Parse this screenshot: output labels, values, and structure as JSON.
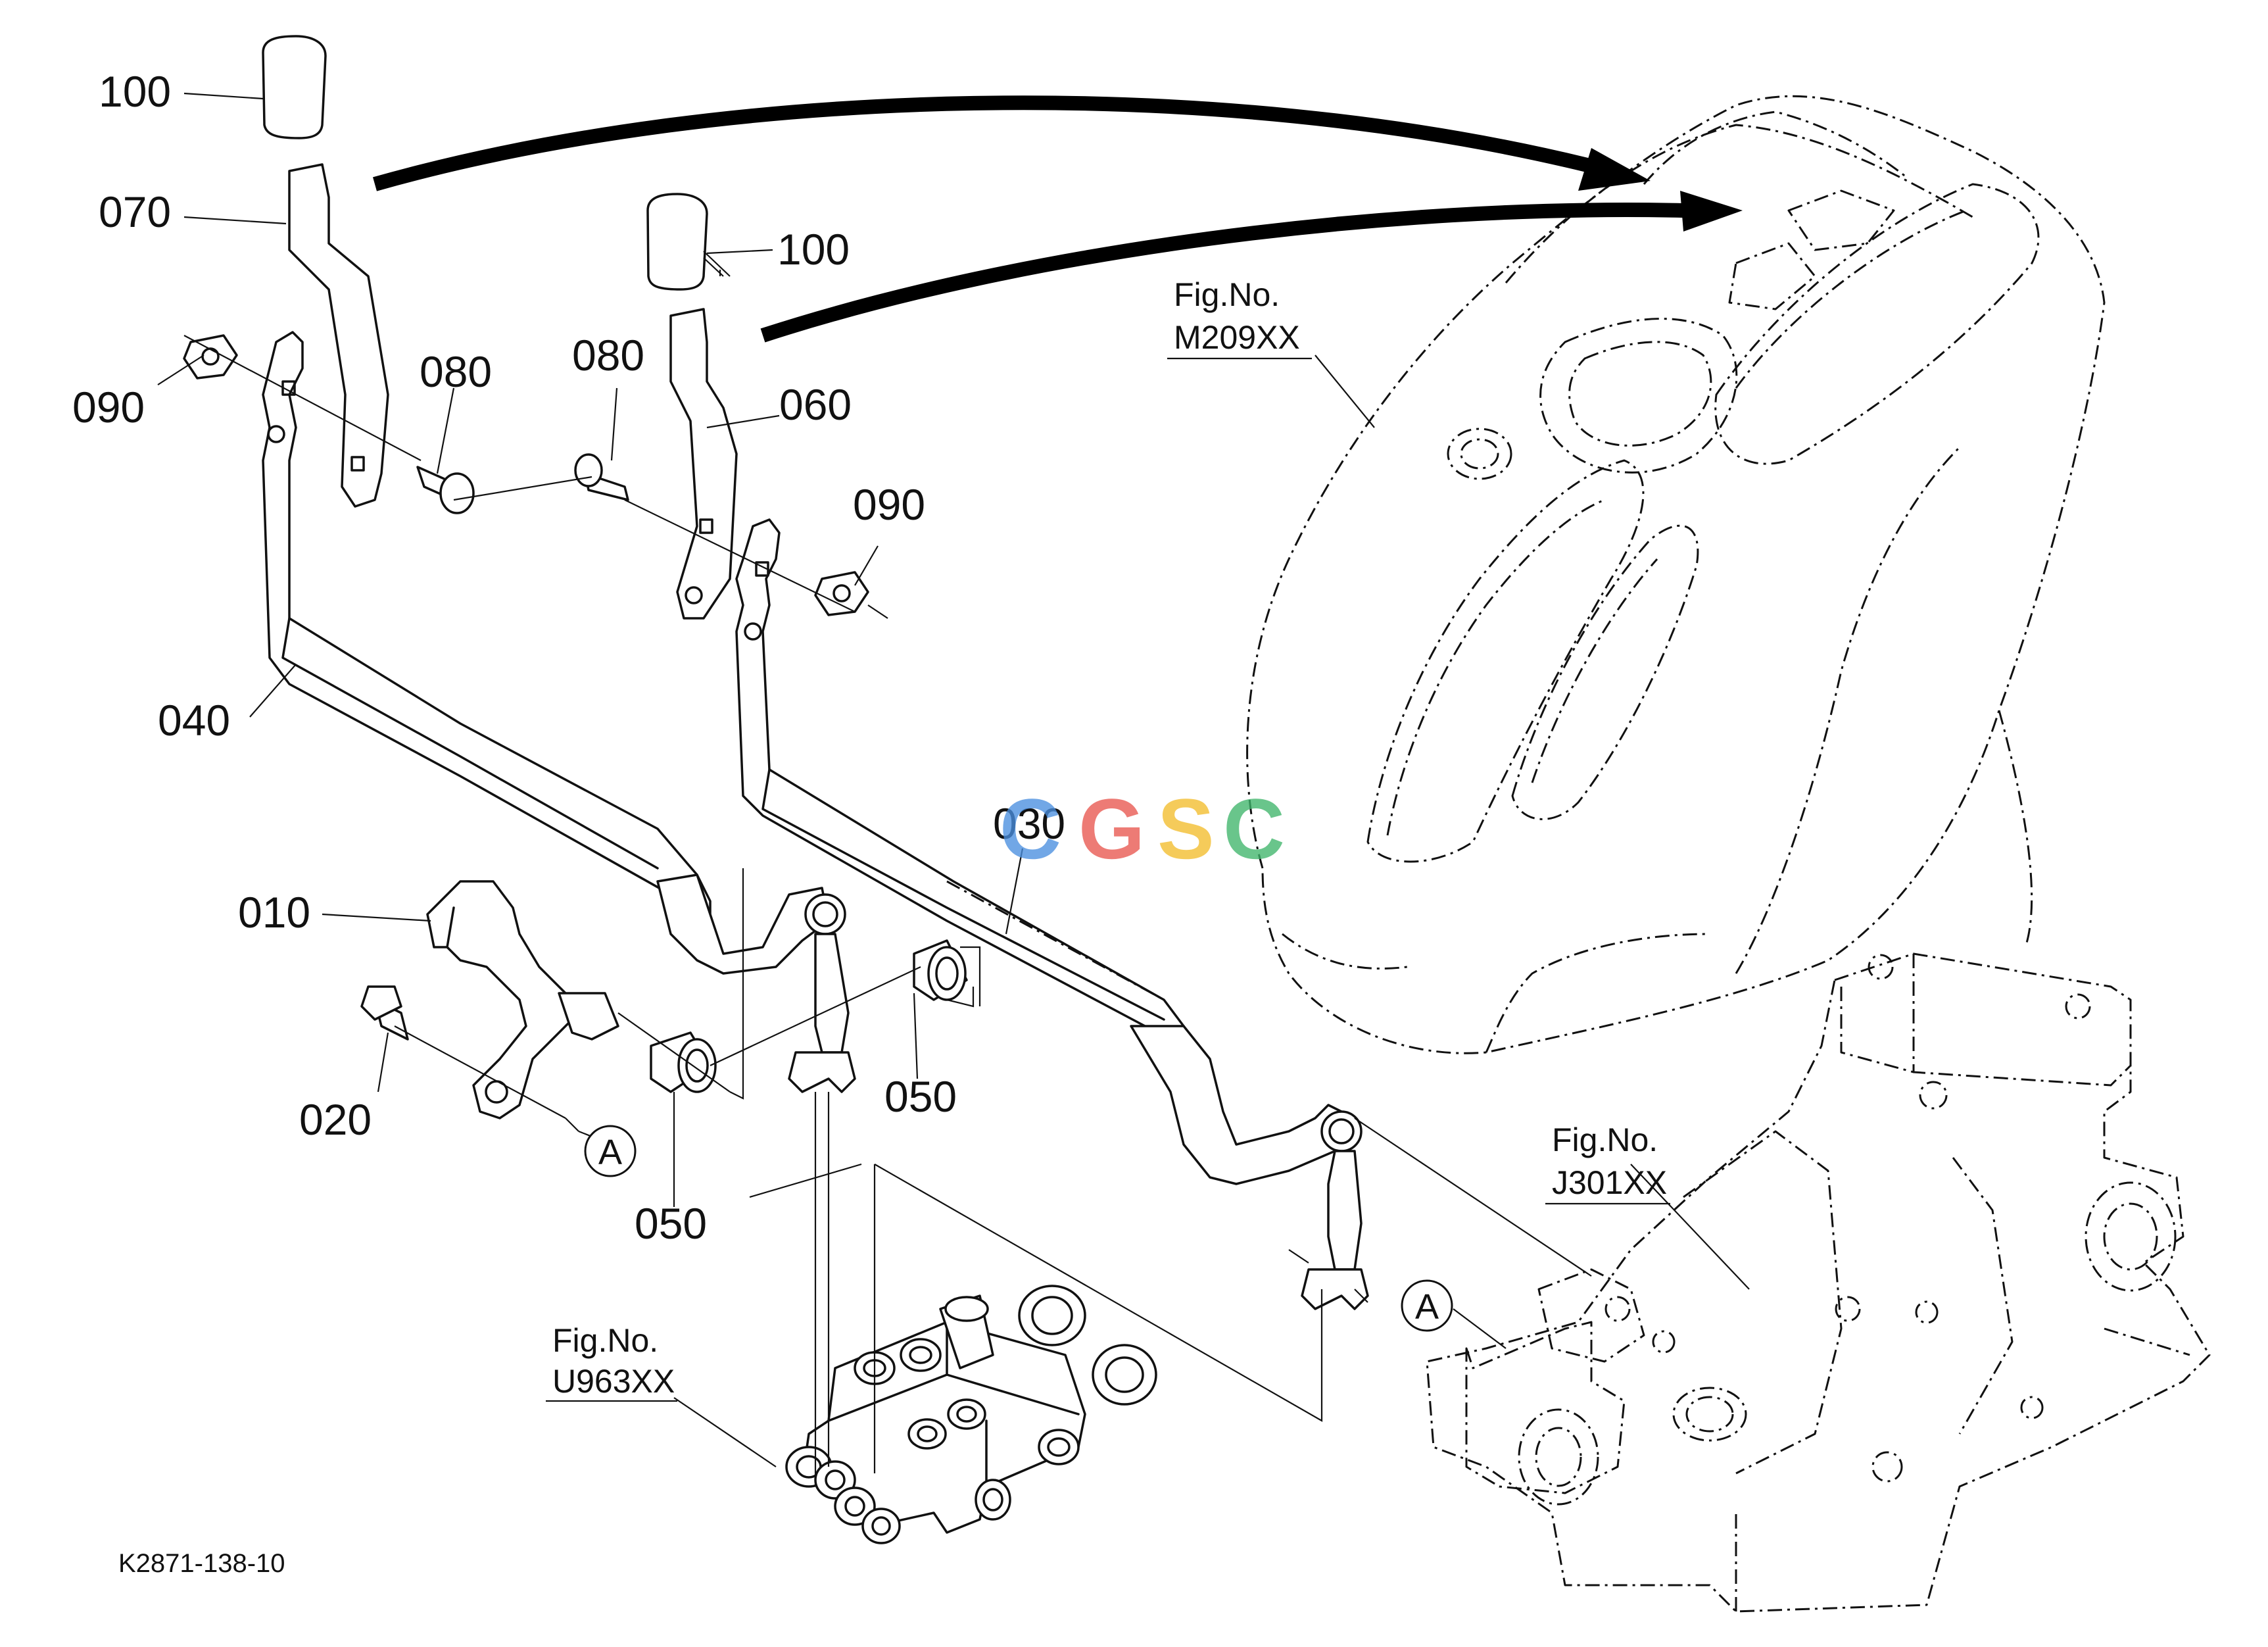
{
  "callouts": {
    "knob_100_left": "100",
    "lever_070": "070",
    "knob_100_right": "100",
    "bolt_080_left": "080",
    "bolt_080_right": "080",
    "lever_060": "060",
    "nut_090_left": "090",
    "nut_090_right": "090",
    "rod_040": "040",
    "rod_030": "030",
    "arm_010": "010",
    "bolt_020": "020",
    "bush_050_right": "050",
    "bush_050_left": "050"
  },
  "references": {
    "fender_fig": "Fig.No.",
    "fender_code": "M209XX",
    "housing_fig": "Fig.No.",
    "housing_code": "J301XX",
    "valve_fig": "Fig.No.",
    "valve_code": "U963XX"
  },
  "markers": {
    "a_left": "A",
    "a_right": "A"
  },
  "drawing_code": "K2871-138-10",
  "watermark": {
    "letters": [
      "C",
      "G",
      "S",
      "C"
    ],
    "colors": [
      "#4a8fe0",
      "#e8574f",
      "#f3bd2c",
      "#3fb56b"
    ]
  }
}
